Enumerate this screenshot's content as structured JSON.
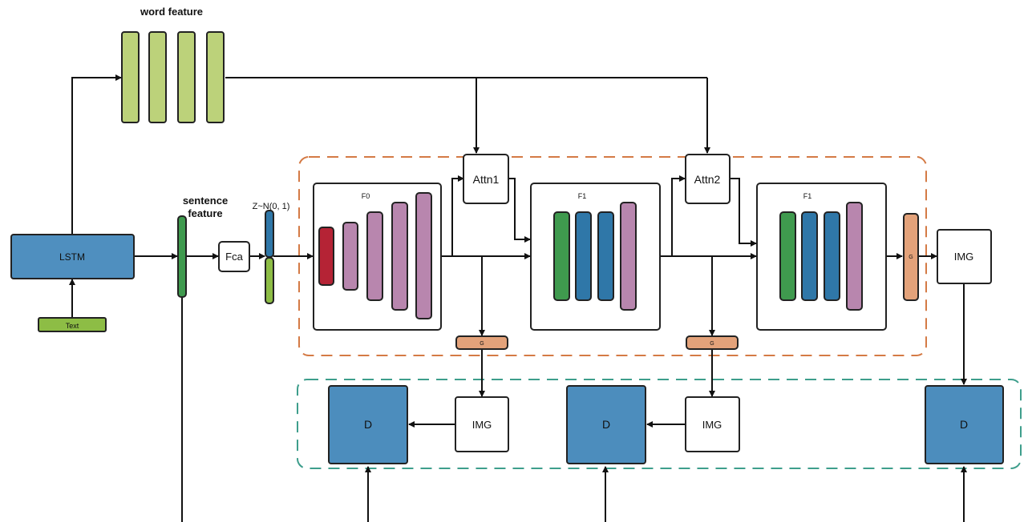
{
  "labels": {
    "word_feature": "word feature",
    "sentence_feature_line1": "sentence",
    "sentence_feature_line2": "feature",
    "noise": "Z~N(0, 1)",
    "lstm": "LSTM",
    "text": "Text",
    "fca": "Fca",
    "attn1": "Attn1",
    "attn2": "Attn2",
    "f0": "F0",
    "f1_a": "F1",
    "f1_b": "F1",
    "g1": "G",
    "g2": "G",
    "g3": "G",
    "img_top": "IMG",
    "img1": "IMG",
    "img2": "IMG",
    "d1": "D",
    "d2": "D",
    "d3": "D"
  },
  "colors": {
    "lstm_blue": "#4f8fbf",
    "word_feature_green": "#bcd27a",
    "text_green": "#8dbd45",
    "sentence_green": "#3f9a4e",
    "dark_red": "#b52335",
    "mauve": "#b886ae",
    "feature_blue": "#2f77a8",
    "orange_g": "#e3a27a",
    "generator_border": "#d47a45",
    "discriminator_border": "#3e9e8c",
    "d_blue": "#4c8dbd"
  }
}
